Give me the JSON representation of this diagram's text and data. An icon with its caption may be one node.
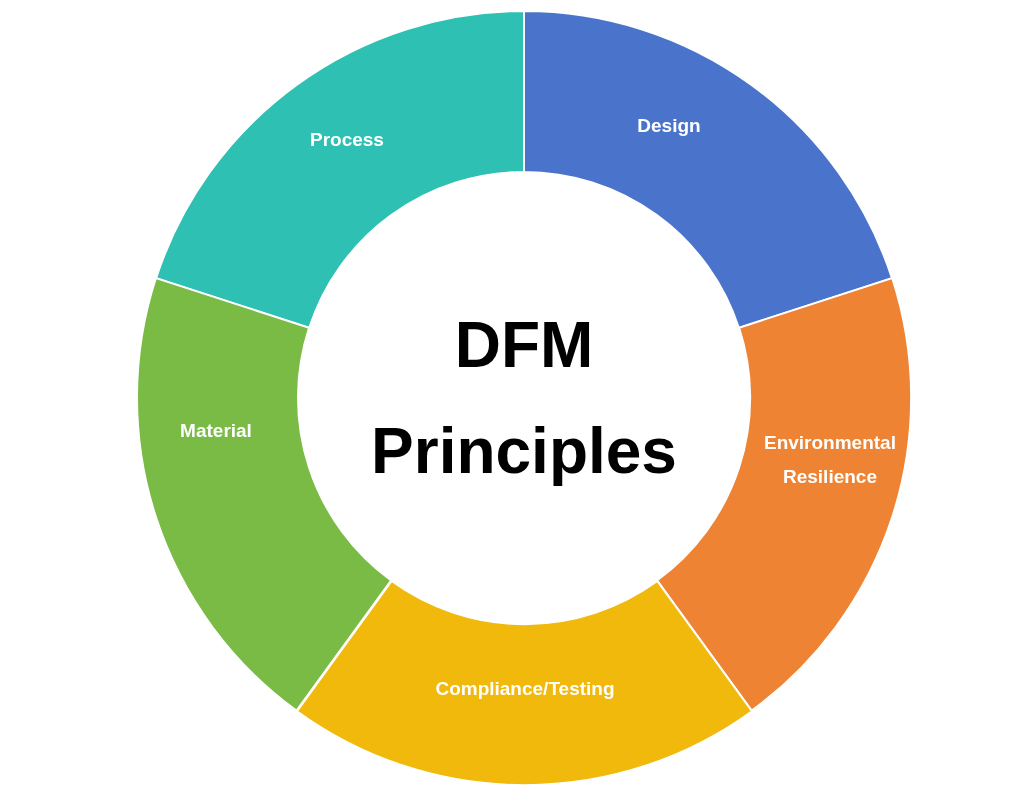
{
  "diagram": {
    "nodes": [
      {
        "text": [
          "Process"
        ]
      },
      {
        "text": [
          "Design"
        ]
      },
      {
        "text": [
          "DFM Principles"
        ]
      },
      {
        "text": [
          "Material"
        ]
      },
      {
        "text": [
          "Environmental Resilience"
        ]
      },
      {
        "text": [
          "Compliance/Testing"
        ]
      }
    ]
  }
}
